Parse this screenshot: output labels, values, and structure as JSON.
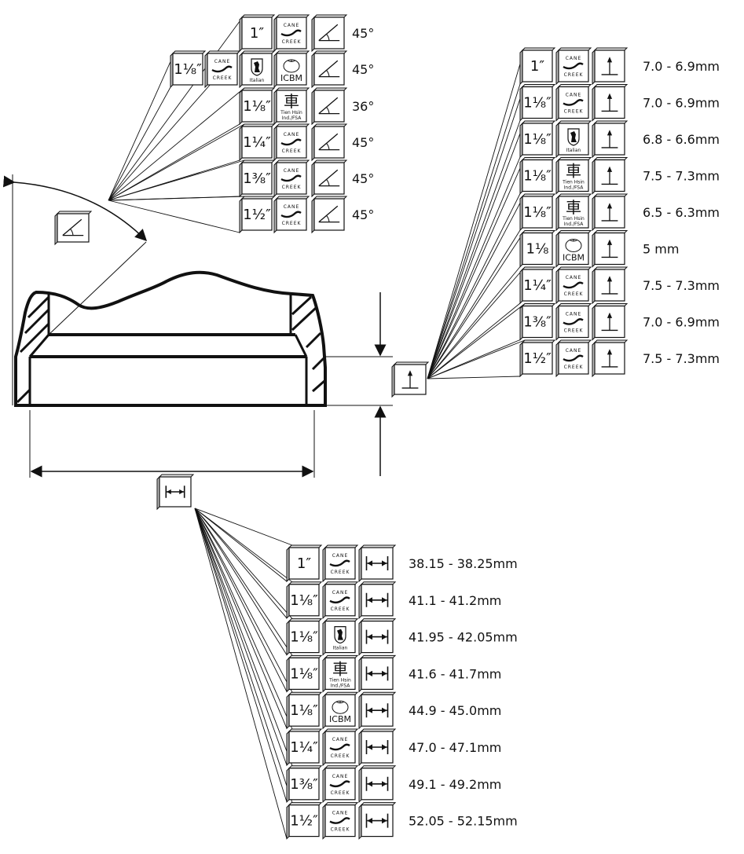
{
  "colors": {
    "ink": "#111111",
    "box_fill": "#ffffff",
    "box_side": "#cfcfcf"
  },
  "icons": {
    "angle": "angle-icon",
    "height": "height-arrow-icon",
    "width": "width-arrow-icon",
    "cane_creek": "cane-creek-logo",
    "italian": "italian-horse-logo",
    "icbm": "icbm-tomato-logo",
    "tien_hsin": "tien-hsin-logo"
  },
  "logo_text": {
    "cane_top": "CANE",
    "cane_bottom": "CREEK",
    "italian": "Italian",
    "icbm": "ICBM",
    "tien_char": "車",
    "tien_line1": "Tien Hsin",
    "tien_line2": "Ind./FSA"
  },
  "angle_table": [
    {
      "size": "1″",
      "makers": [
        "cane_creek"
      ],
      "value": "45°"
    },
    {
      "size": "1⅛″",
      "makers": [
        "cane_creek",
        "italian",
        "icbm"
      ],
      "value": "45°"
    },
    {
      "size": "1⅛″",
      "makers": [
        "tien_hsin"
      ],
      "value": "36°"
    },
    {
      "size": "1¼″",
      "makers": [
        "cane_creek"
      ],
      "value": "45°"
    },
    {
      "size": "1⅜″",
      "makers": [
        "cane_creek"
      ],
      "value": "45°"
    },
    {
      "size": "1½″",
      "makers": [
        "cane_creek"
      ],
      "value": "45°"
    }
  ],
  "height_table": [
    {
      "size": "1″",
      "maker": "cane_creek",
      "value": "7.0 - 6.9mm"
    },
    {
      "size": "1⅛″",
      "maker": "cane_creek",
      "value": "7.0 - 6.9mm"
    },
    {
      "size": "1⅛″",
      "maker": "italian",
      "value": "6.8 - 6.6mm"
    },
    {
      "size": "1⅛″",
      "maker": "tien_hsin",
      "value": "7.5 - 7.3mm"
    },
    {
      "size": "1⅛″",
      "maker": "tien_hsin",
      "value": "6.5 - 6.3mm"
    },
    {
      "size": "1⅛",
      "maker": "icbm",
      "value": "5 mm"
    },
    {
      "size": "1¼″",
      "maker": "cane_creek",
      "value": "7.5 - 7.3mm"
    },
    {
      "size": "1⅜″",
      "maker": "cane_creek",
      "value": "7.0 - 6.9mm"
    },
    {
      "size": "1½″",
      "maker": "cane_creek",
      "value": "7.5 - 7.3mm"
    }
  ],
  "width_table": [
    {
      "size": "1″",
      "maker": "cane_creek",
      "value": "38.15 - 38.25mm"
    },
    {
      "size": "1⅛″",
      "maker": "cane_creek",
      "value": "41.1 - 41.2mm"
    },
    {
      "size": "1⅛″",
      "maker": "italian",
      "value": "41.95 - 42.05mm"
    },
    {
      "size": "1⅛″",
      "maker": "tien_hsin",
      "value": "41.6 - 41.7mm"
    },
    {
      "size": "1⅛″",
      "maker": "icbm",
      "value": "44.9 - 45.0mm"
    },
    {
      "size": "1¼″",
      "maker": "cane_creek",
      "value": "47.0 - 47.1mm"
    },
    {
      "size": "1⅜″",
      "maker": "cane_creek",
      "value": "49.1 - 49.2mm"
    },
    {
      "size": "1½″",
      "maker": "cane_creek",
      "value": "52.05 - 52.15mm"
    }
  ]
}
